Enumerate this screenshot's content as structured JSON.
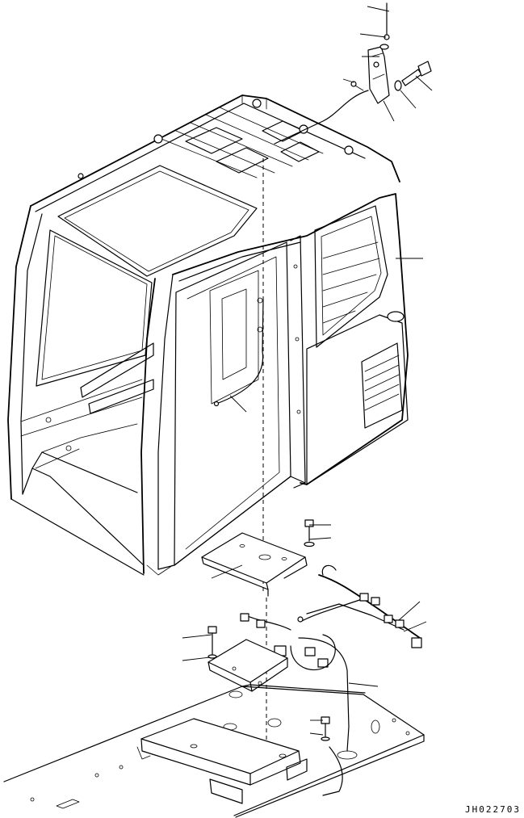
{
  "drawing": {
    "number": "JH022703"
  },
  "parts": [
    {
      "name": "cab-assembly"
    },
    {
      "name": "antenna-bracket"
    },
    {
      "name": "antenna-bolt"
    },
    {
      "name": "antenna-washer"
    },
    {
      "name": "antenna-nut"
    },
    {
      "name": "antenna-cable"
    },
    {
      "name": "right-window-frame"
    },
    {
      "name": "floor-bracket-plate"
    },
    {
      "name": "wiring-harness"
    },
    {
      "name": "controller-box"
    },
    {
      "name": "floor-plate"
    }
  ]
}
